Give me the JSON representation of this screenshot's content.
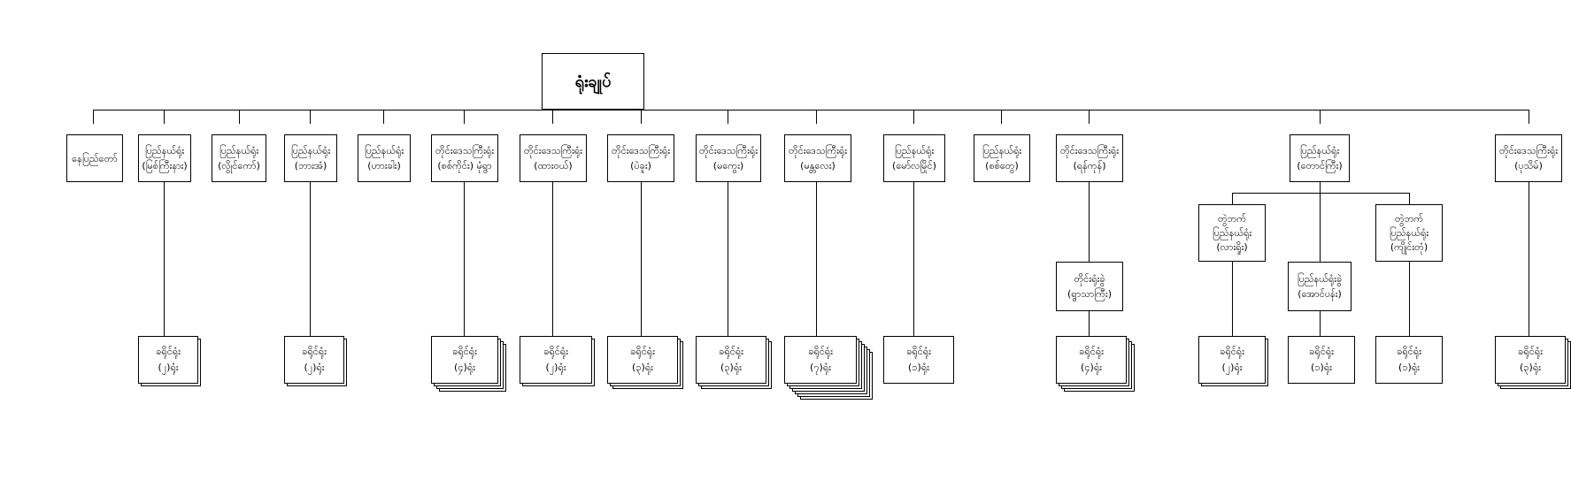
{
  "root": {
    "label": "ရုံးချုပ်"
  },
  "courts": [
    {
      "name": "နေပြည်တော်"
    },
    {
      "line1": "ပြည်နယ်ရုံး",
      "line2": "(မြစ်ကြီးနား)"
    },
    {
      "line1": "ပြည်နယ်ရုံး",
      "line2": "(လွိုင်ကော်)"
    },
    {
      "line1": "ပြည်နယ်ရုံး",
      "line2": "(ဘားအံ)"
    },
    {
      "line1": "ပြည်နယ်ရုံး",
      "line2": "(ဟားခါး)"
    },
    {
      "line1": "တိုင်းဒေသကြီးရုံး",
      "line2": "(စစ်ကိုင်း) မုံရွာ"
    },
    {
      "line1": "တိုင်းဒေသကြီးရုံး",
      "line2": "(ထားဝယ်)"
    },
    {
      "line1": "တိုင်းဒေသကြီးရုံး",
      "line2": "(ပဲခူး)"
    },
    {
      "line1": "တိုင်းဒေသကြီးရုံး",
      "line2": "(မကွေး)"
    },
    {
      "line1": "တိုင်းဒေသကြီးရုံး",
      "line2": "(မန္တလေး)"
    },
    {
      "line1": "ပြည်နယ်ရုံး",
      "line2": "(မော်လမြိုင်)"
    },
    {
      "line1": "ပြည်နယ်ရုံး",
      "line2": "(စစ်တွေ)"
    },
    {
      "line1": "တိုင်းဒေသကြီးရုံး",
      "line2": "(ရန်ကုန်)"
    },
    {
      "line1": "ပြည်နယ်ရုံး",
      "line2": "(တောင်ကြီး)"
    },
    {
      "line1": "တိုင်းဒေသကြီးရုံး",
      "line2": "(ပုသိမ်)"
    }
  ],
  "branches": [
    {
      "line1": "တိုင်းရုံးခွဲ",
      "line2": "(ရွာသာကြီး)"
    },
    {
      "line1": "တွဲဘက်",
      "line2": "ပြည်နယ်ရုံး",
      "line3": "(လားရှိုး)"
    },
    {
      "line1": "ပြည်နယ်ရုံးခွဲ",
      "line2": "(အောင်ပန်း)"
    },
    {
      "line1": "တွဲဘက်",
      "line2": "ပြည်နယ်ရုံး",
      "line3": "(ကျိုင်းတုံ)"
    }
  ],
  "district_courts": [
    {
      "line1": "ခရိုင်ရုံး",
      "line2": "(၂)ရုံး",
      "count": 2
    },
    {
      "line1": "ခရိုင်ရုံး",
      "line2": "(၂)ရုံး",
      "count": 2
    },
    {
      "line1": "ခရိုင်ရုံး",
      "line2": "(၄)ရုံး",
      "count": 4
    },
    {
      "line1": "ခရိုင်ရုံး",
      "line2": "(၂)ရုံး",
      "count": 2
    },
    {
      "line1": "ခရိုင်ရုံး",
      "line2": "(၃)ရုံး",
      "count": 3
    },
    {
      "line1": "ခရိုင်ရုံး",
      "line2": "(၃)ရုံး",
      "count": 3
    },
    {
      "line1": "ခရိုင်ရုံး",
      "line2": "(၇)ရုံး",
      "count": 7
    },
    {
      "line1": "ခရိုင်ရုံး",
      "line2": "(၁)ရုံး",
      "count": 1
    },
    {
      "line1": "ခရိုင်ရုံး",
      "line2": "(၄)ရုံး",
      "count": 4
    },
    {
      "line1": "ခရိုင်ရုံး",
      "line2": "(၂)ရုံး",
      "count": 2
    },
    {
      "line1": "ခရိုင်ရုံး",
      "line2": "(၁)ရုံး",
      "count": 1
    },
    {
      "line1": "ခရိုင်ရုံး",
      "line2": "(၁)ရုံး",
      "count": 1
    },
    {
      "line1": "ခရိုင်ရုံး",
      "line2": "(၃)ရုံး",
      "count": 3
    }
  ]
}
